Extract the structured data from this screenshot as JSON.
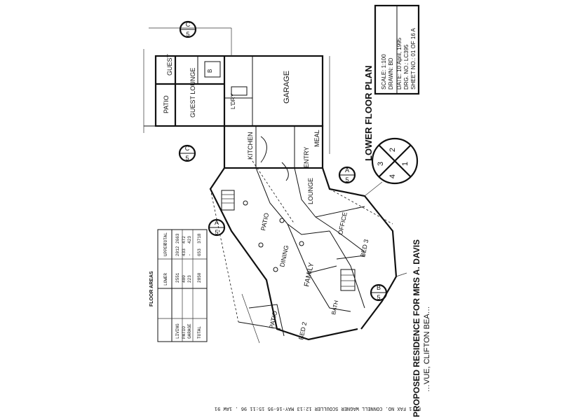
{
  "title_block": {
    "scale": "SCALE: 1:100",
    "drawn": "DRAWN: BD",
    "date": "DATE: 10 April, 1995",
    "drg_no": "DRG. NO.: LC395",
    "sheet_no": "SHEET NO.: 01 OF 16 A",
    "plan_title": "LOWER FLOOR PLAN",
    "project_line1": "PROPOSED RESIDENCE FOR MRS A. DAVIS",
    "project_line2": "…VUE, CLIFTON BEA…"
  },
  "north_arrow": {
    "q1": "1",
    "q2": "2",
    "q3": "3",
    "q4": "4"
  },
  "section_markers": [
    {
      "letter": "C",
      "number": "5"
    },
    {
      "letter": "C",
      "number": "5"
    },
    {
      "letter": "A",
      "number": "5"
    },
    {
      "letter": "A",
      "number": "5"
    },
    {
      "letter": "B",
      "number": "5"
    }
  ],
  "rooms": {
    "guest": "GUEST",
    "patio_top": "PATIO",
    "guest_lounge": "GUEST LOUNGE",
    "garage": "GARAGE",
    "bath": "B",
    "ldry": "L'DRY",
    "kitchen": "KITCHEN",
    "meal": "MEAL",
    "entry": "ENTRY",
    "lounge": "LOUNGE",
    "patio_mid": "PATIO",
    "dining": "DINING",
    "office": "OFFICE",
    "bed3": "BED 3",
    "family": "FAMILY",
    "bath2": "BATH",
    "patio_low": "PATIO",
    "bed2": "BED 2"
  },
  "floor_areas": {
    "heading": "FLOOR AREAS",
    "columns": [
      "",
      "LOWER",
      "UPPER",
      "TOTAL"
    ],
    "rows": [
      [
        "LIVING",
        "2551",
        "2012",
        "2663"
      ],
      [
        "PATIO",
        "400",
        "433",
        "472"
      ],
      [
        "GARAGE",
        "223",
        "-",
        "423"
      ],
      [
        "TOTAL",
        "2850",
        "653",
        "3718"
      ]
    ]
  },
  "fax_header": "P. 1     FAX NO.      CONNELL WAGNER SCOULLER      12:13   MAY-16-95   15:11 96 . 1AW 91"
}
